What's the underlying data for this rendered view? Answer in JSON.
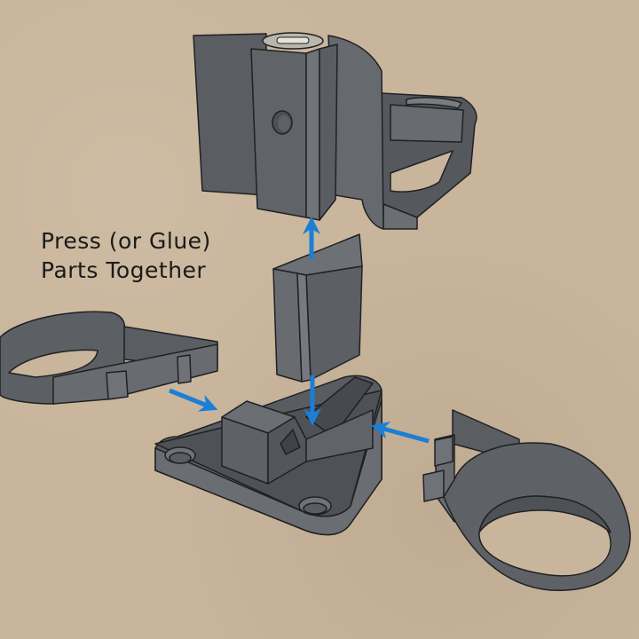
{
  "caption": {
    "line1": "Press (or Glue)",
    "line2": "Parts Together"
  },
  "colors": {
    "background": "#c9b59b",
    "part_fill": "#5e6165",
    "part_light": "#74777b",
    "part_dark": "#45484c",
    "outline": "#1f2124",
    "arrow": "#1b7fd6"
  },
  "parts": [
    {
      "id": "top-clamp",
      "label": "top bracket with clip and mounting hole"
    },
    {
      "id": "center-block",
      "label": "rectangular connector block"
    },
    {
      "id": "left-ring-arm",
      "label": "left ring arm"
    },
    {
      "id": "base-plate",
      "label": "triangular base plate with socket"
    },
    {
      "id": "right-ring-arm",
      "label": "right ring arm"
    }
  ],
  "arrows": [
    {
      "id": "arrow-up",
      "direction": "up"
    },
    {
      "id": "arrow-down",
      "direction": "down"
    },
    {
      "id": "arrow-right",
      "direction": "right"
    },
    {
      "id": "arrow-left",
      "direction": "left"
    }
  ]
}
